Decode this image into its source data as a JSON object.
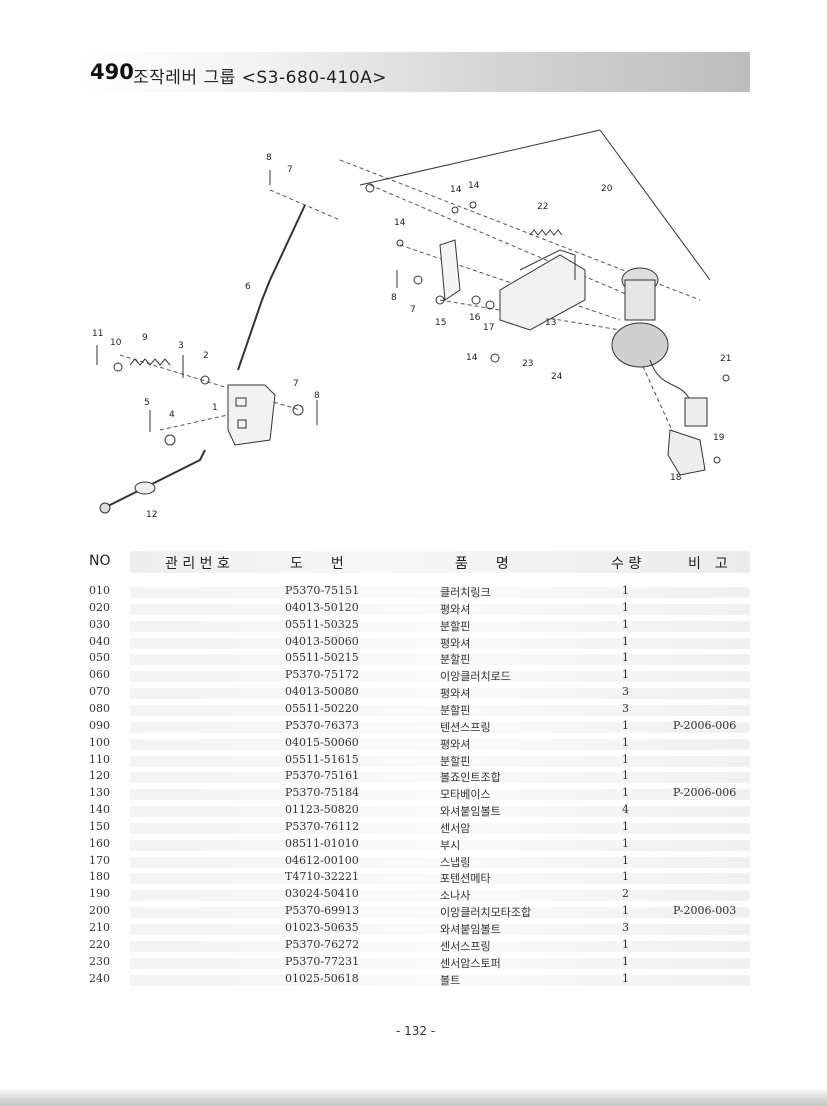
{
  "header": {
    "number": "490",
    "title": "조작레버 그룹 <S3-680-410A>"
  },
  "diagram": {
    "callouts": [
      "1",
      "2",
      "3",
      "4",
      "5",
      "6",
      "7",
      "8",
      "9",
      "10",
      "11",
      "12",
      "13",
      "14",
      "15",
      "16",
      "17",
      "18",
      "19",
      "20",
      "21",
      "22",
      "23",
      "24"
    ]
  },
  "table": {
    "headers": {
      "no": "NO",
      "mgmt": "관 리 번 호",
      "drawing": "도　　번",
      "name": "품　　명",
      "qty": "수 량",
      "note": "비　고"
    },
    "rows": [
      {
        "no": "010",
        "part": "P5370-75151",
        "name": "클러치링크",
        "qty": "1",
        "note": ""
      },
      {
        "no": "020",
        "part": "04013-50120",
        "name": "평와셔",
        "qty": "1",
        "note": ""
      },
      {
        "no": "030",
        "part": "05511-50325",
        "name": "분할핀",
        "qty": "1",
        "note": ""
      },
      {
        "no": "040",
        "part": "04013-50060",
        "name": "평와셔",
        "qty": "1",
        "note": ""
      },
      {
        "no": "050",
        "part": "05511-50215",
        "name": "분할핀",
        "qty": "1",
        "note": ""
      },
      {
        "no": "060",
        "part": "P5370-75172",
        "name": "이앙클러치로드",
        "qty": "1",
        "note": ""
      },
      {
        "no": "070",
        "part": "04013-50080",
        "name": "평와셔",
        "qty": "3",
        "note": ""
      },
      {
        "no": "080",
        "part": "05511-50220",
        "name": "분할핀",
        "qty": "3",
        "note": ""
      },
      {
        "no": "090",
        "part": "P5370-76373",
        "name": "텐션스프링",
        "qty": "1",
        "note": "P-2006-006"
      },
      {
        "no": "100",
        "part": "04015-50060",
        "name": "평와셔",
        "qty": "1",
        "note": ""
      },
      {
        "no": "110",
        "part": "05511-51615",
        "name": "분할핀",
        "qty": "1",
        "note": ""
      },
      {
        "no": "120",
        "part": "P5370-75161",
        "name": "볼죠인트조합",
        "qty": "1",
        "note": ""
      },
      {
        "no": "130",
        "part": "P5370-75184",
        "name": "모타베이스",
        "qty": "1",
        "note": "P-2006-006"
      },
      {
        "no": "140",
        "part": "01123-50820",
        "name": "와셔붙임볼트",
        "qty": "4",
        "note": ""
      },
      {
        "no": "150",
        "part": "P5370-76112",
        "name": "센서암",
        "qty": "1",
        "note": ""
      },
      {
        "no": "160",
        "part": "08511-01010",
        "name": "부시",
        "qty": "1",
        "note": ""
      },
      {
        "no": "170",
        "part": "04612-00100",
        "name": "스냅링",
        "qty": "1",
        "note": ""
      },
      {
        "no": "180",
        "part": "T4710-32221",
        "name": "포텐션메타",
        "qty": "1",
        "note": ""
      },
      {
        "no": "190",
        "part": "03024-50410",
        "name": "소나사",
        "qty": "2",
        "note": ""
      },
      {
        "no": "200",
        "part": "P5370-69913",
        "name": "이앙클러치모타조합",
        "qty": "1",
        "note": "P-2006-003"
      },
      {
        "no": "210",
        "part": "01023-50635",
        "name": "와셔붙임볼트",
        "qty": "3",
        "note": ""
      },
      {
        "no": "220",
        "part": "P5370-76272",
        "name": "센서스프링",
        "qty": "1",
        "note": ""
      },
      {
        "no": "230",
        "part": "P5370-77231",
        "name": "센서암스토퍼",
        "qty": "1",
        "note": ""
      },
      {
        "no": "240",
        "part": "01025-50618",
        "name": "볼트",
        "qty": "1",
        "note": ""
      }
    ]
  },
  "footer": {
    "page": "- 132 -"
  }
}
